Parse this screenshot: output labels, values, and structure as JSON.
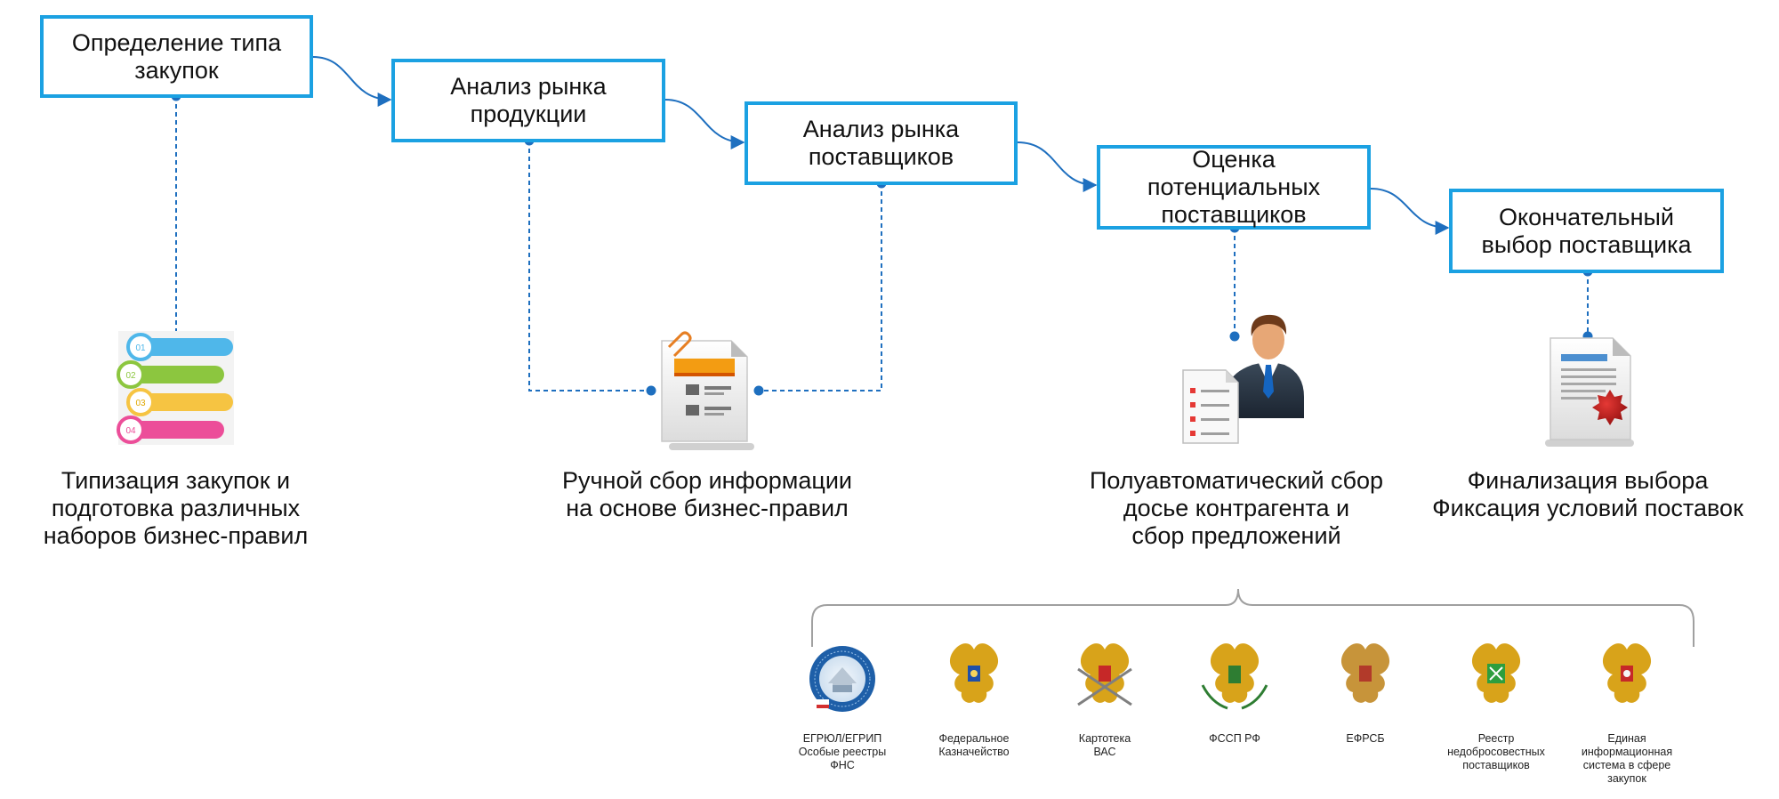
{
  "steps": [
    {
      "title": "Определение типа\nзакупок",
      "caption": "Типизация закупок и\nподготовка различных\nнаборов бизнес-правил"
    },
    {
      "title": "Анализ рынка\nпродукции",
      "caption": "Ручной сбор информации\nна основе бизнес-правил"
    },
    {
      "title": "Анализ рынка\nпоставщиков"
    },
    {
      "title": "Оценка\nпотенциальных\nпоставщиков",
      "caption": "Полуавтоматический сбор\nдосье контрагента и\nсбор предложений"
    },
    {
      "title": "Окончательный\nвыбор поставщика",
      "caption": "Финализация выбора\nФиксация условий поставок"
    }
  ],
  "sources": [
    {
      "label": "ЕГРЮЛ/ЕГРИП\nОсобые реестры\nФНС",
      "icon": "fns-emblem-icon"
    },
    {
      "label": "Федеральное\nКазначейство",
      "icon": "treasury-emblem-icon"
    },
    {
      "label": "Картотека\nВАС",
      "icon": "vas-emblem-icon"
    },
    {
      "label": "ФССП РФ",
      "icon": "fssp-emblem-icon"
    },
    {
      "label": "ЕФРСБ",
      "icon": "efrsb-emblem-icon"
    },
    {
      "label": "Реестр\nнедобросовестных\nпоставщиков",
      "icon": "registry-emblem-icon"
    },
    {
      "label": "Единая\nинформационная\nсистема в сфере\nзакупок",
      "icon": "eis-emblem-icon"
    }
  ],
  "list_badges": [
    "01",
    "02",
    "03",
    "04"
  ],
  "colors": {
    "box_border": "#1ba1e2",
    "connector": "#1e6fbf",
    "brace": "#a0a0a0",
    "list": [
      "#4fb7ea",
      "#8cc63f",
      "#f6c442",
      "#ec4e99"
    ],
    "emblem_gold": "#d8a31a"
  }
}
